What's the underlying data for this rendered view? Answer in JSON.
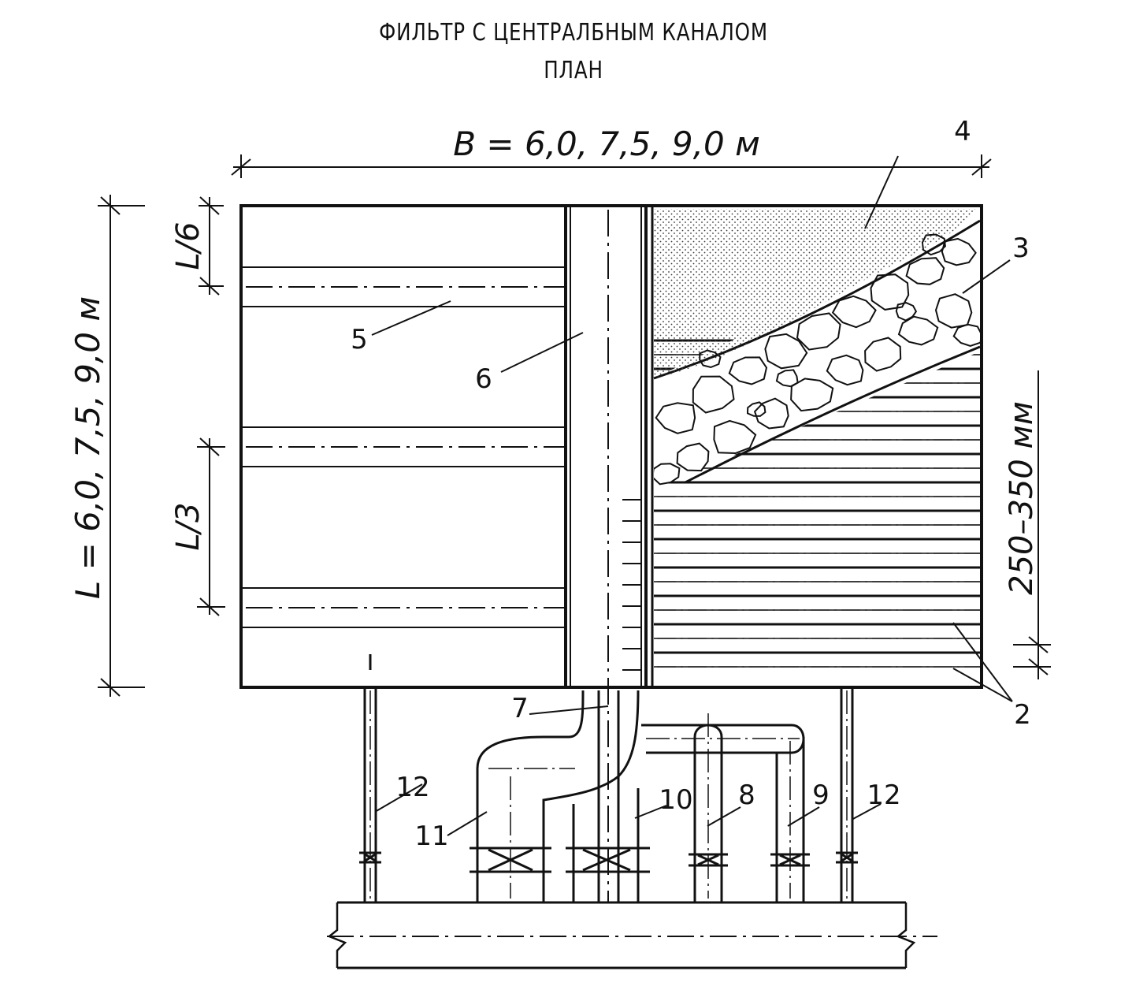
{
  "title": {
    "line1": "ФИЛЬТР С ЦЕНТРАЛБНЫМ КАНАЛОМ",
    "line2": "ПЛАН"
  },
  "dimensions": {
    "width": "B = 6,0, 7,5, 9,0 м",
    "length": "L = 6,0, 7,5, 9,0 м",
    "l6": "L/6",
    "l3": "L/3",
    "spacing": "250–350 мм"
  },
  "callouts": {
    "c2": "2",
    "c3": "3",
    "c4": "4",
    "c5": "5",
    "c6": "6",
    "c7": "7",
    "c8": "8",
    "c9": "9",
    "c10": "10",
    "c11": "11",
    "c12a": "12",
    "c12b": "12"
  },
  "colors": {
    "ink": "#111111",
    "paper": "#ffffff"
  }
}
